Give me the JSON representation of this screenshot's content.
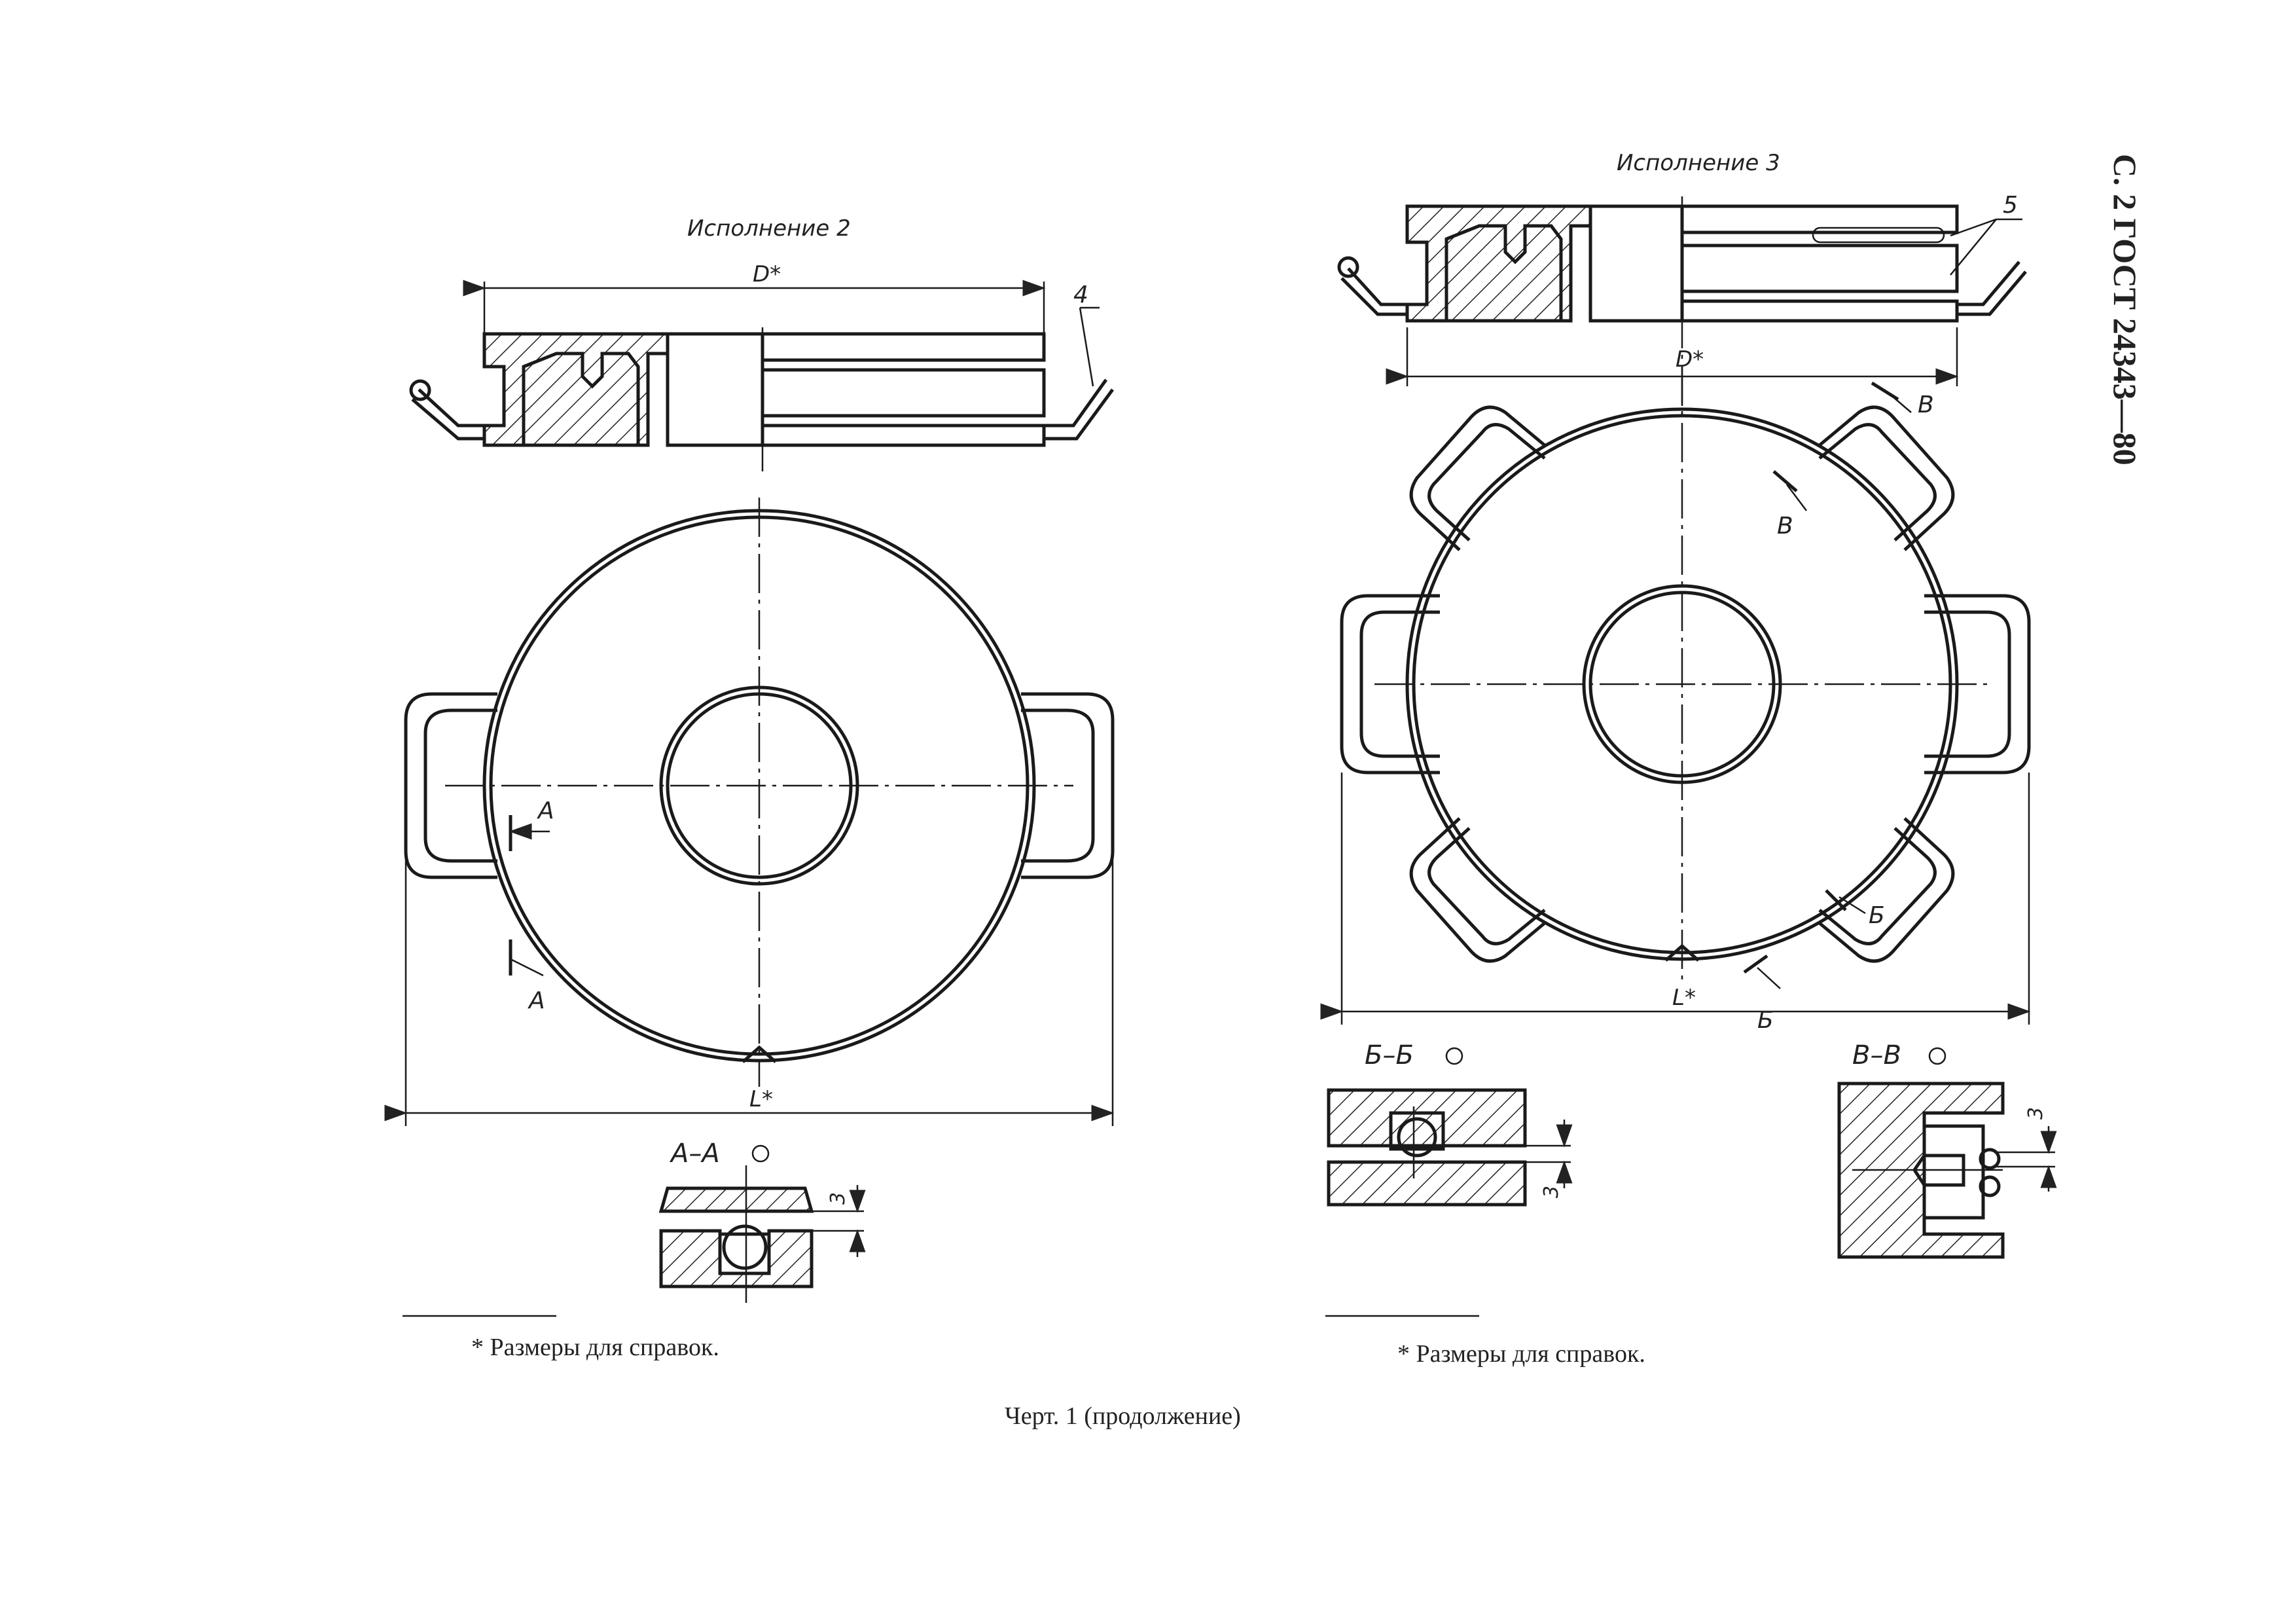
{
  "page_header": "С. 2 ГОСТ 24343—80",
  "variant2": {
    "title": "Исполнение 2",
    "dim_D": "D*",
    "dim_L": "L*",
    "leader_4": "4",
    "section_mark": "А",
    "section_label": "А–А",
    "section_dim": "3",
    "footnote": "* Размеры для справок."
  },
  "variant3": {
    "title": "Исполнение 3",
    "dim_D": "D*",
    "dim_L": "L*",
    "leader_5": "5",
    "section_mark_B": "Б",
    "section_mark_V": "В",
    "section_B_label": "Б–Б",
    "section_V_label": "В–В",
    "section_B_dim": "3",
    "section_V_dim": "3",
    "footnote": "* Размеры для справок."
  },
  "caption": "Черт. 1 (продолжение)"
}
